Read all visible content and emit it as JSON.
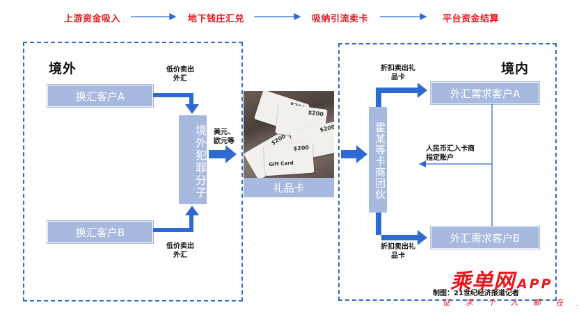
{
  "flow_steps": [
    "上游资金吸入",
    "地下钱庄汇兑",
    "吸纳引流卖卡",
    "平台资金结算"
  ],
  "regions": {
    "overseas": "境外",
    "domestic": "境内"
  },
  "overseas": {
    "client_a": "换汇客户A",
    "client_b": "换汇客户B",
    "note_top": "低价卖出\n外汇",
    "note_bottom": "低价卖出\n外汇",
    "criminals": "境外犯罪分子",
    "currency_note": "美元、\n欧元等"
  },
  "gift_card": {
    "label": "礼品卡",
    "card_amounts": [
      "$200",
      "$200",
      "$200",
      "$200",
      "$200"
    ],
    "card_text": "Gift Card"
  },
  "domestic": {
    "dealer_team": "霍某等卡商团伙",
    "note_top": "折扣卖出礼\n品卡",
    "note_bottom": "折扣卖出礼\n品卡",
    "client_a": "外汇需求客户A",
    "client_b": "外汇需求客户B",
    "rmb_note": "人民币汇入卡商\n指定账户"
  },
  "branding": {
    "credit": "制图：21世纪经济报道记者",
    "logo": "乘单网",
    "logo_app": "APP",
    "tagline": "征 求 个 人 都 在 用"
  },
  "colors": {
    "accent_red": "#e8141c",
    "box_blue": "#a7b9df",
    "arrow_blue": "#2e6bd0"
  },
  "icons": [
    "right-arrow-icon",
    "down-arrow-icon",
    "up-arrow-icon",
    "left-arrow-icon",
    "elbow-arrow-icon",
    "gift-card-photo"
  ]
}
